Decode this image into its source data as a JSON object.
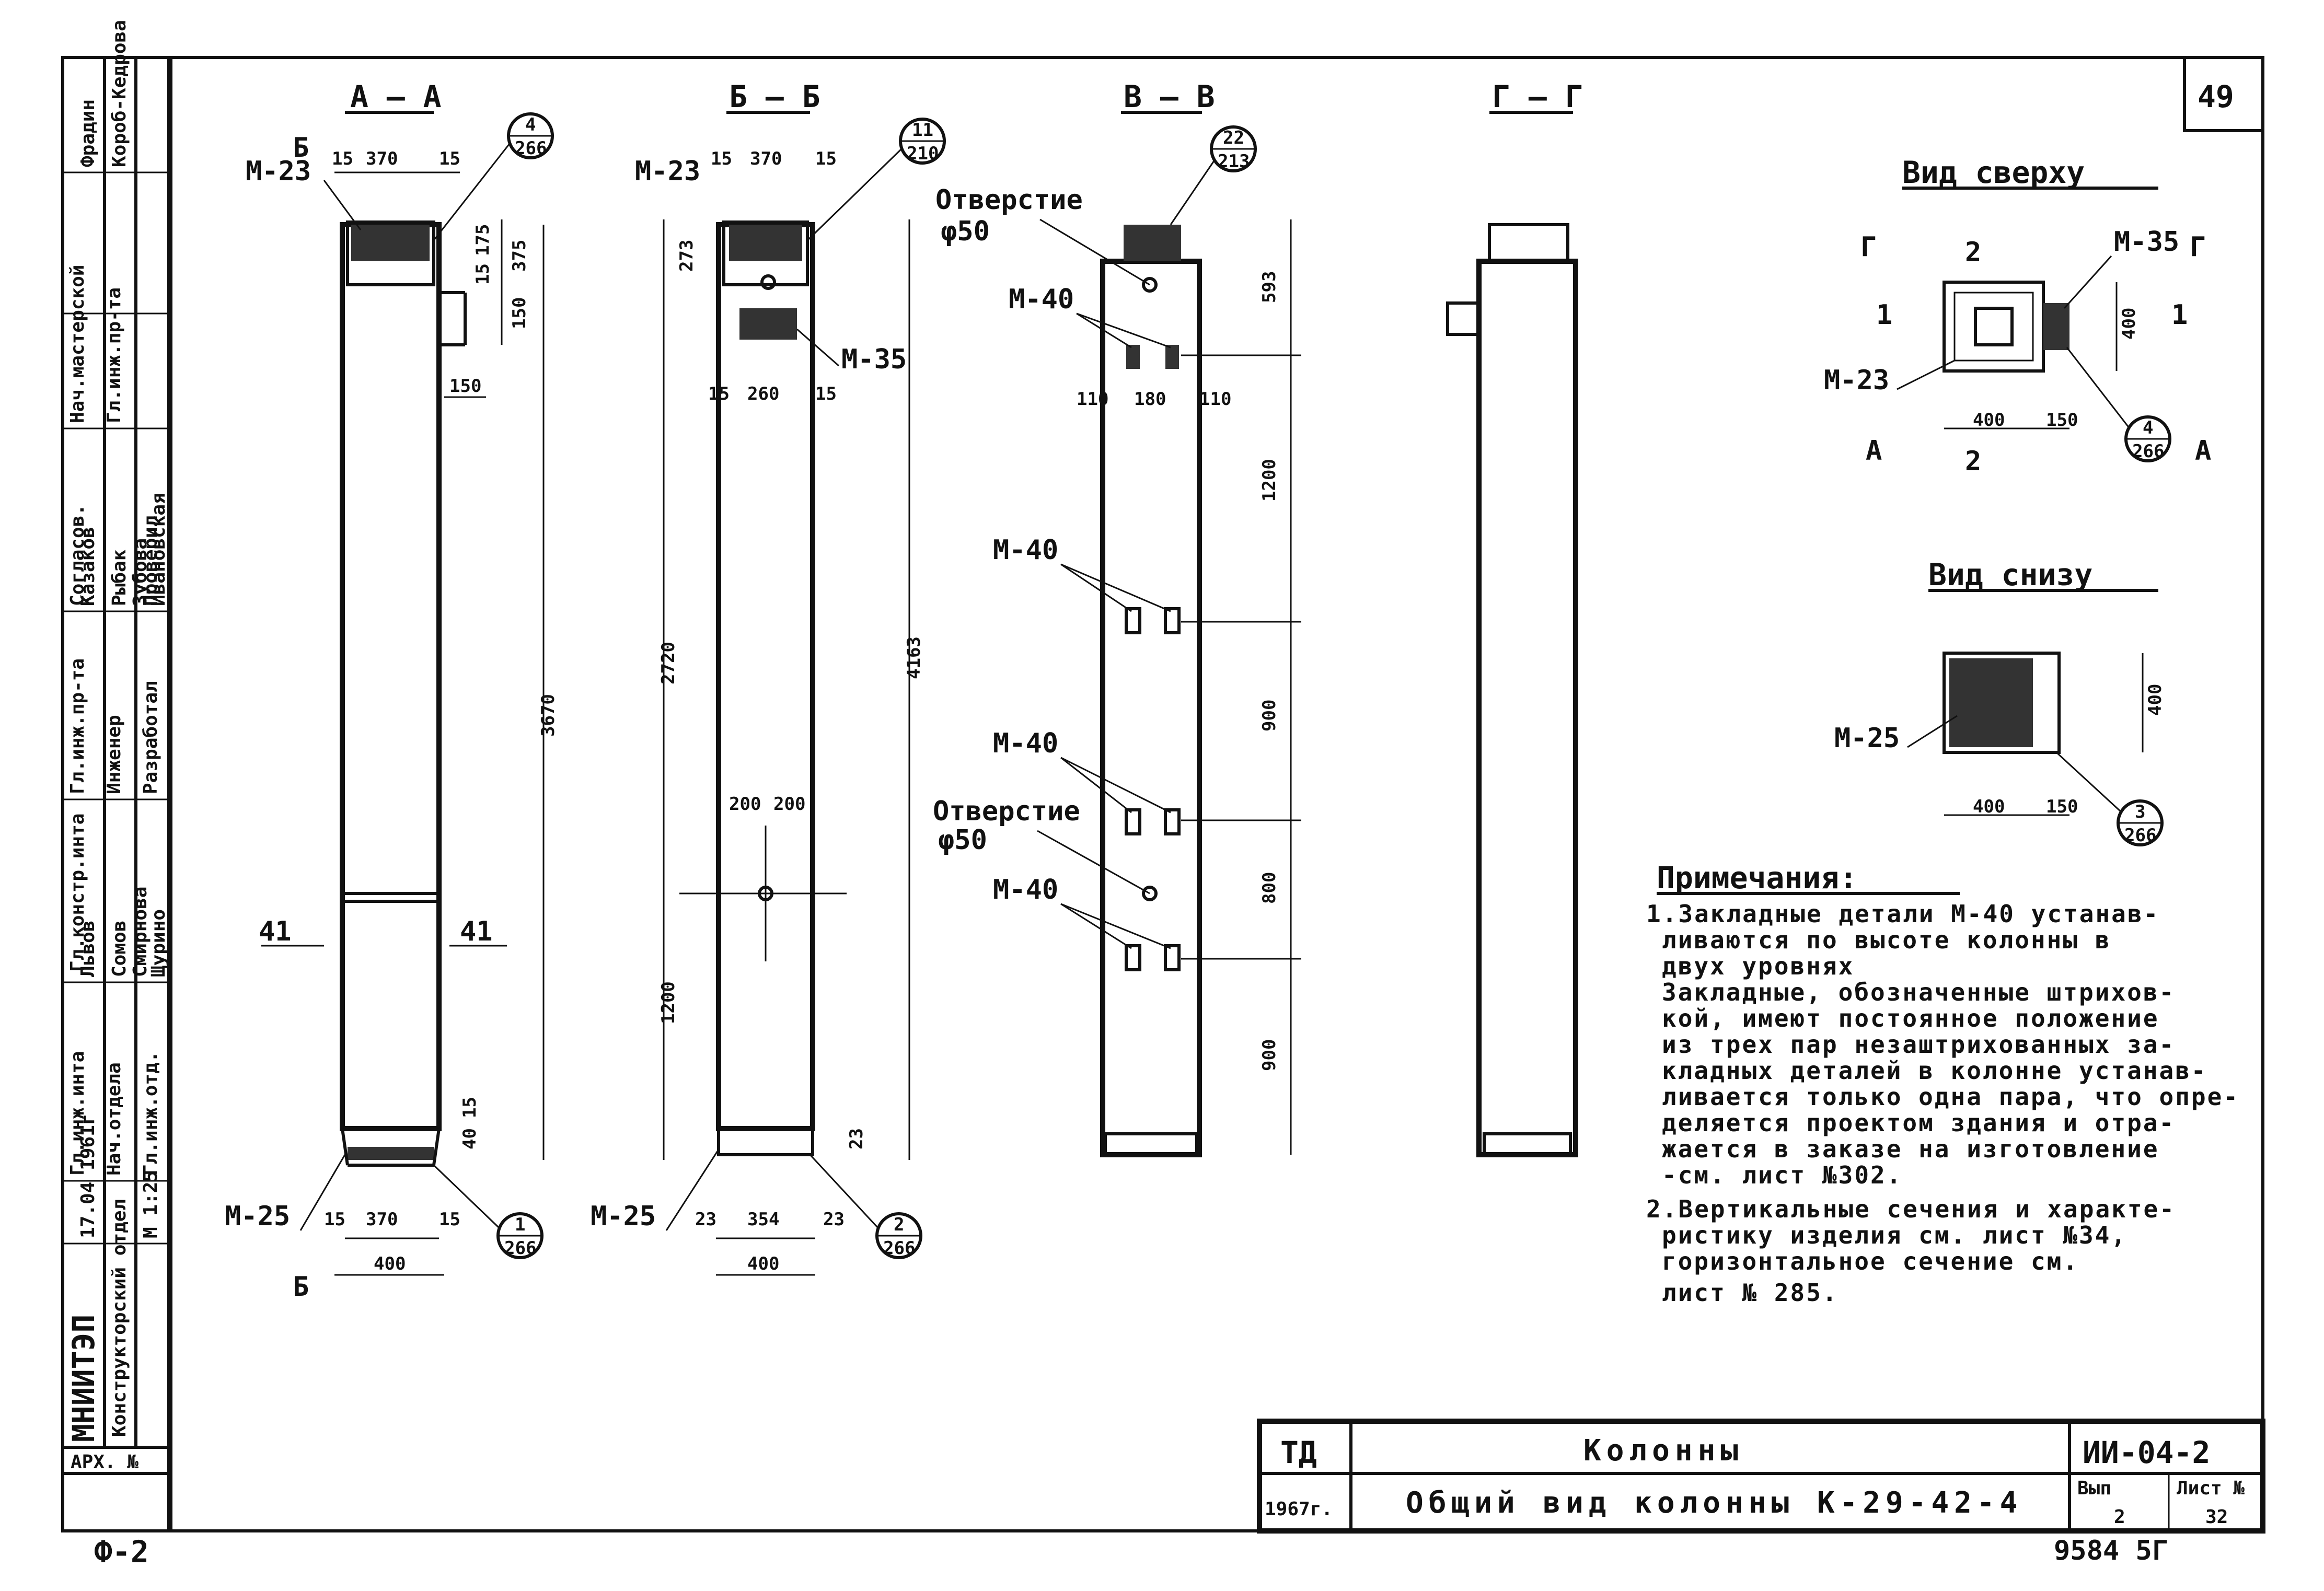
{
  "page_number": "49",
  "sheet_format": "Ф-2",
  "archive_label": "АРХ. №",
  "stamp_number": "9584 5Г",
  "sections": {
    "aa": {
      "title": "А — А",
      "arrow_label": "Б",
      "arrow_label_2": "Б"
    },
    "bb": {
      "title": "Б — Б"
    },
    "vv": {
      "title": "В — В"
    },
    "gg": {
      "title": "Г — Г"
    }
  },
  "views": {
    "top": {
      "title": "Вид сверху"
    },
    "bottom": {
      "title": "Вид снизу"
    }
  },
  "labels": {
    "m23": "М-23",
    "m25": "М-25",
    "m35": "М-35",
    "m40": "М-40",
    "hole": "Отверстие",
    "hole_d": "φ50",
    "mark41": "41"
  },
  "callouts": {
    "aa_top": [
      "4",
      "266"
    ],
    "bb_top": [
      "11",
      "210"
    ],
    "vv_top": [
      "22",
      "213"
    ],
    "aa_bottom": [
      "1",
      "266"
    ],
    "bb_bottom": [
      "2",
      "266"
    ],
    "top_view": [
      "4",
      "266"
    ],
    "bottom_view": [
      "3",
      "266"
    ]
  },
  "dimensions": {
    "aa": [
      "15",
      "370",
      "15",
      "175",
      "375",
      "15",
      "150",
      "150",
      "3670",
      "40",
      "15",
      "15",
      "370",
      "15",
      "400"
    ],
    "bb": [
      "273",
      "15",
      "370",
      "15",
      "15",
      "260",
      "15",
      "200",
      "200",
      "2720",
      "4163",
      "1200",
      "23",
      "23",
      "354",
      "23",
      "400"
    ],
    "vv": [
      "593",
      "110",
      "180",
      "110",
      "1200",
      "900",
      "800",
      "900"
    ],
    "top_view": [
      "400",
      "400",
      "150"
    ],
    "bottom_view": [
      "400",
      "400",
      "150"
    ]
  },
  "section_marks": {
    "top_view": [
      "Г",
      "Г",
      "2",
      "1",
      "1",
      "А",
      "А",
      "2"
    ]
  },
  "notes": {
    "heading": "Примечания:",
    "lines": [
      "1.Закладные детали М-40 устанав-",
      "ливаются по высоте колонны в",
      "двух уровнях",
      "Закладные, обозначенные штрихов-",
      "кой, имеют постоянное положение",
      "из трех пар незаштрихованных за-",
      "кладных деталей в колонне устанав-",
      "ливается только одна пара, что опре-",
      "деляется проектом здания и отра-",
      "жается в заказе на изготовление",
      "-см. лист №302.",
      "2.Вертикальные сечения и характе-",
      "ристику изделия см. лист №34,",
      "горизонтальное сечение см.",
      "лист № 285."
    ]
  },
  "title_block": {
    "code": "ТД",
    "year": "1967г.",
    "title": "Колонны",
    "subtitle": "Общий вид колонны К-29-42-4",
    "series": "ИИ-04-2",
    "issue_label": "Вып",
    "issue": "2",
    "sheet_label": "Лист №",
    "sheet": "32"
  },
  "side_stamp": {
    "org": "МНИИТЭП",
    "dept": "Конструкторский отдел",
    "date": "17.04 1961г",
    "scale": "М 1:25",
    "roles": [
      "Гл.инж.инта",
      "Гл.констр.инта",
      "Нач.отдела",
      "Гл.инж.отд.",
      "Гл.инж.пр-та",
      "Инженер",
      "Разработал",
      "Проверил",
      "Нач.мастерской",
      "Гл.инж.пр-та",
      "Согласов."
    ],
    "names": [
      "Львов",
      "Сомов",
      "Смирнова",
      "Щурино",
      "Казаков",
      "Рыбак",
      "Зубова",
      "Ивановская",
      "Фрадин",
      "Короб-Кедрова"
    ]
  }
}
